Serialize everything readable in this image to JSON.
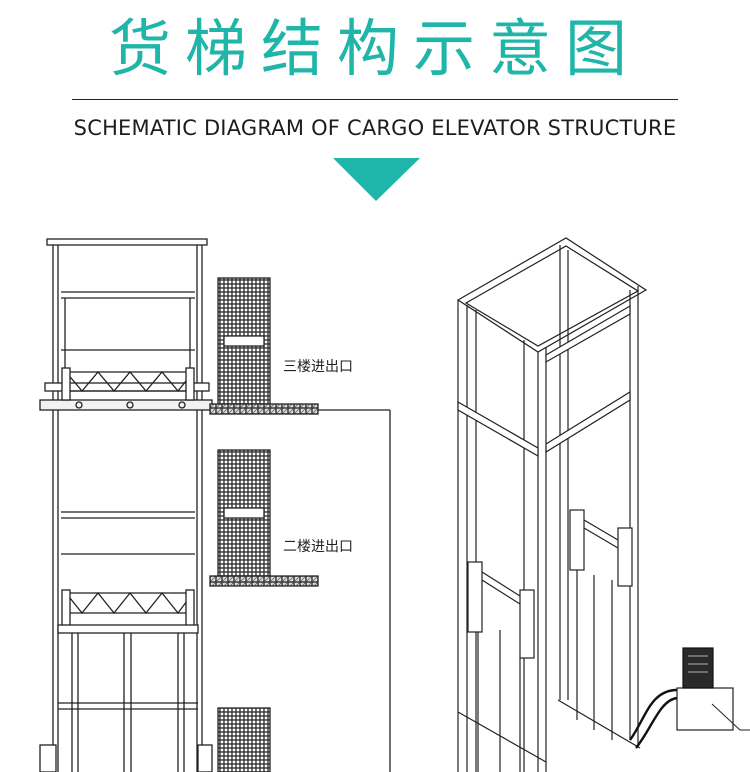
{
  "header": {
    "title_cn": "货梯结构示意图",
    "title_en": "SCHEMATIC DIAGRAM OF CARGO ELEVATOR STRUCTURE",
    "accent_color": "#1fb5a8",
    "arrow_icon": "down-triangle"
  },
  "diagram": {
    "floor_labels": [
      "三楼进出口",
      "二楼进出口"
    ]
  }
}
